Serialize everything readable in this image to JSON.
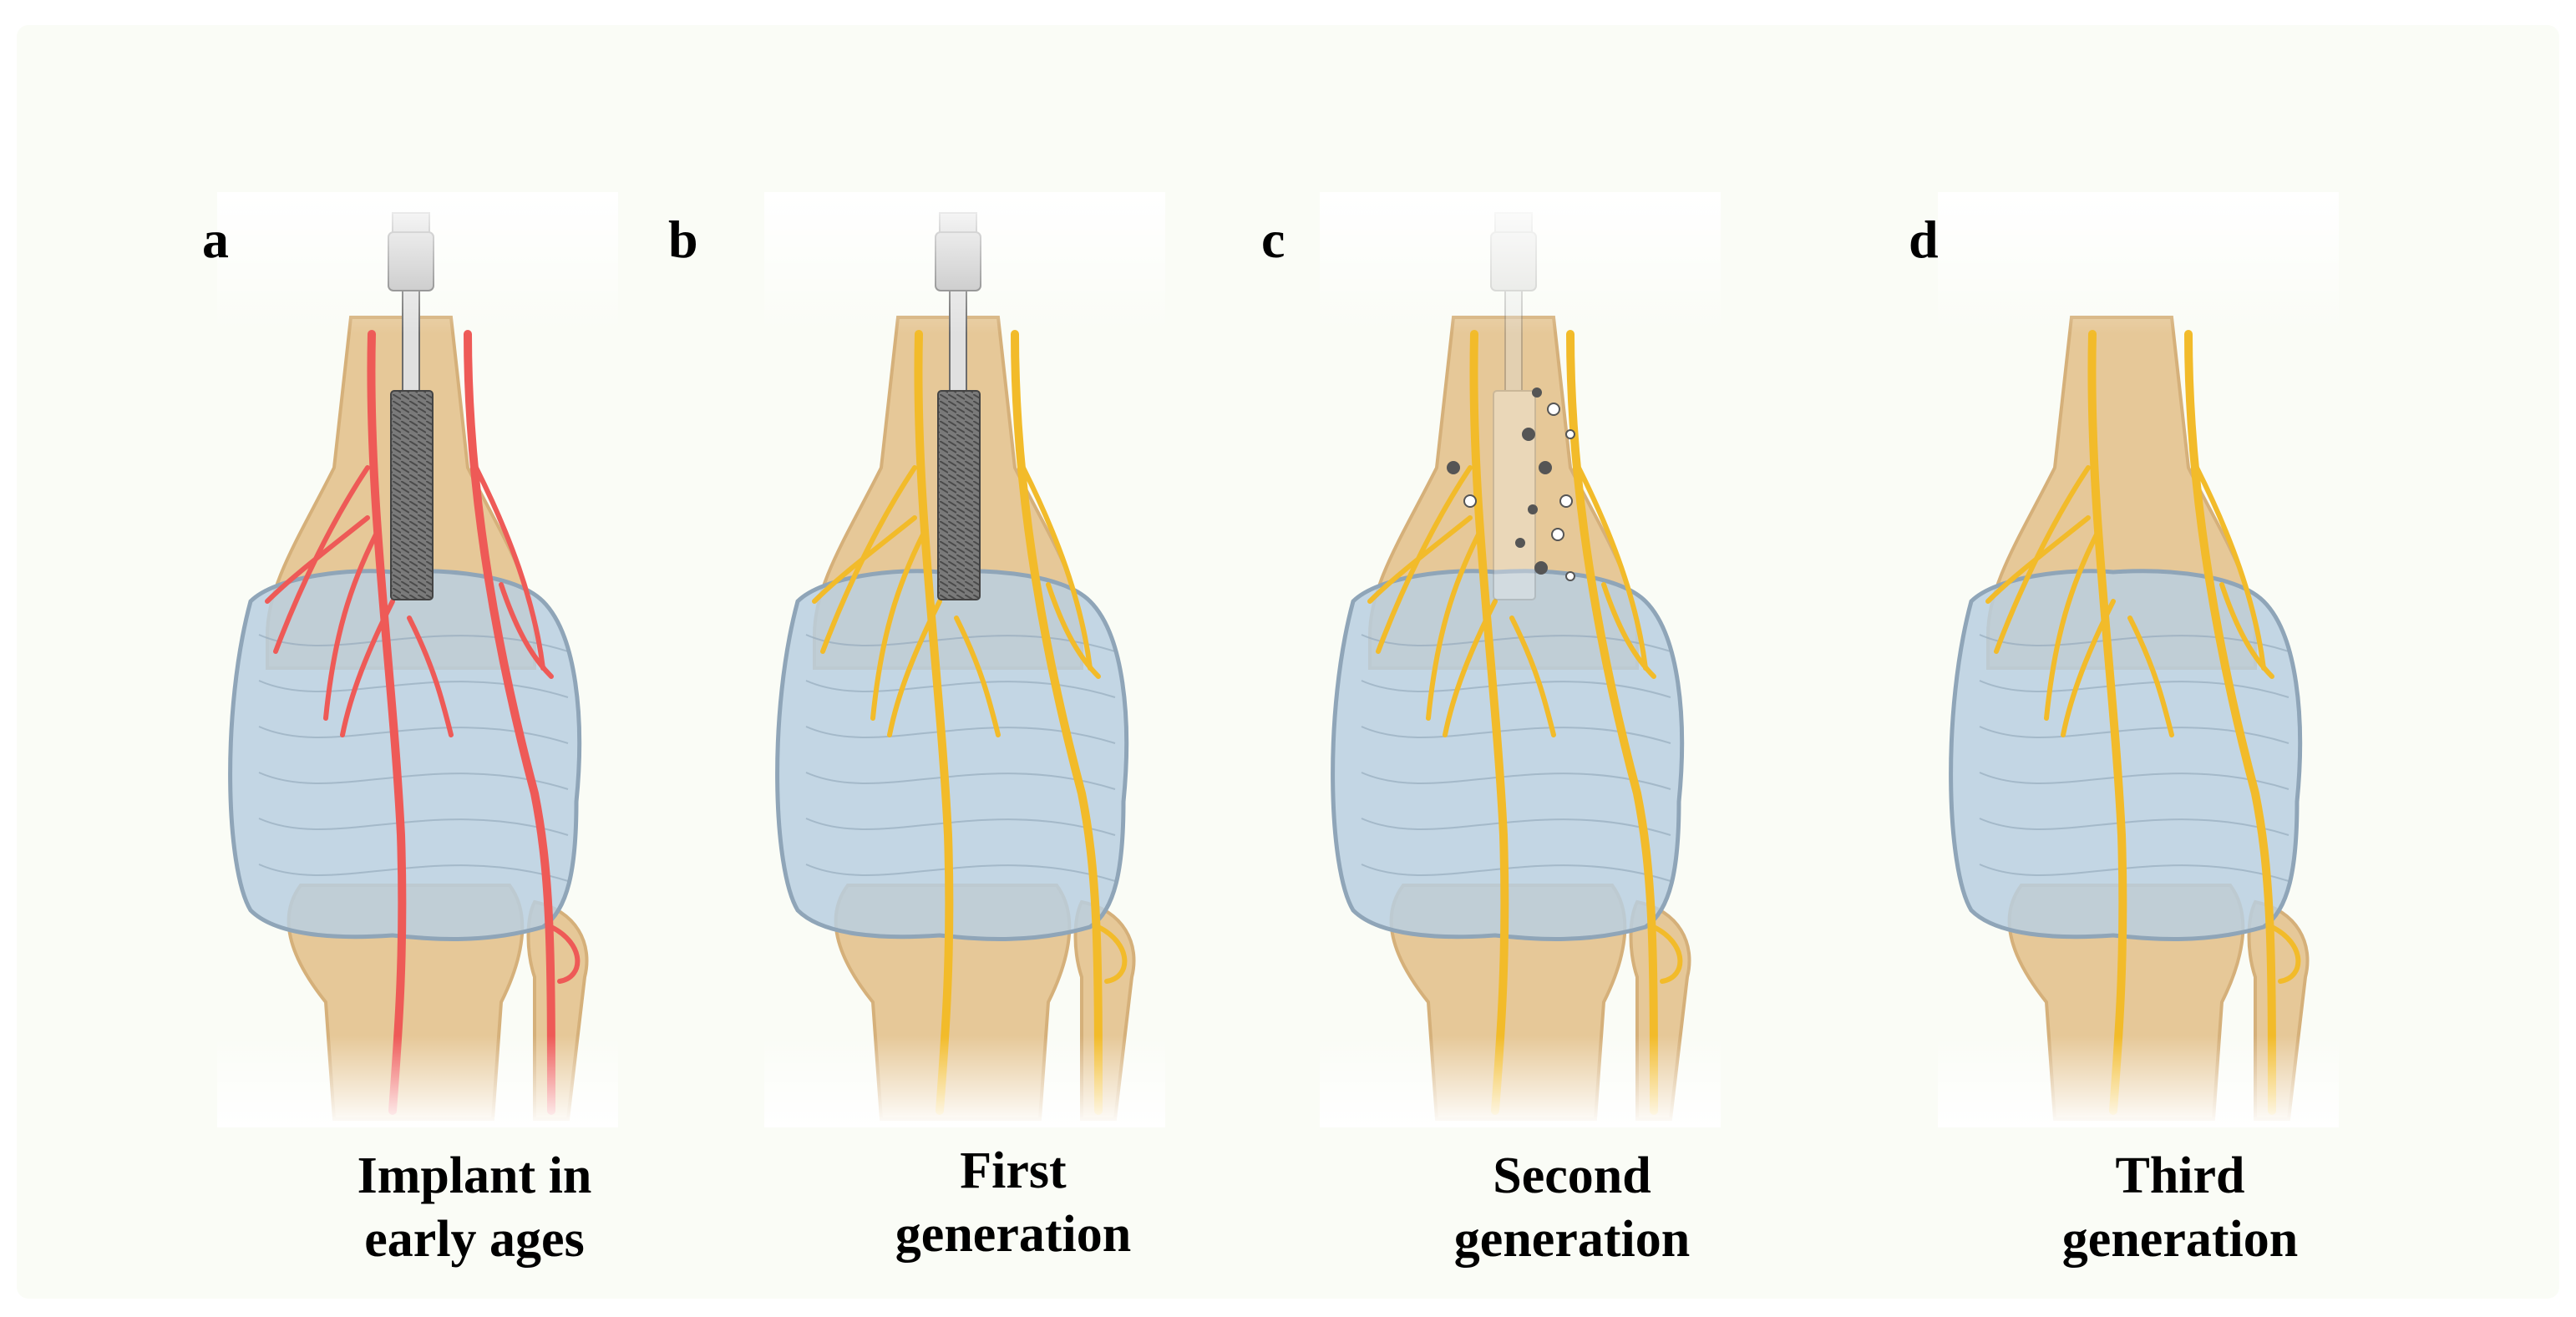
{
  "colors": {
    "background": "#fafcf6",
    "bone": "#e6c898",
    "bone_shade": "#d5b07a",
    "joint": "#b8cfe0",
    "joint_edge": "#8fa5b8",
    "vessel": "#ee5a57",
    "nerve": "#f2bb2a",
    "implant": "#b9b9b9",
    "implant_dark": "#6c6c6c"
  },
  "panels": [
    {
      "letter": "a",
      "caption_lines": [
        "Implant in",
        "early ages"
      ],
      "branch_type": "vessel",
      "implant": "screw",
      "implant_opacity": 1
    },
    {
      "letter": "b",
      "caption_lines": [
        "First",
        "generation"
      ],
      "branch_type": "nerve",
      "implant": "screw",
      "implant_opacity": 1
    },
    {
      "letter": "c",
      "caption_lines": [
        "Second",
        "generation"
      ],
      "branch_type": "nerve",
      "implant": "porous",
      "implant_opacity": 0.35
    },
    {
      "letter": "d",
      "caption_lines": [
        "Third",
        "generation"
      ],
      "branch_type": "nerve",
      "implant": "none",
      "implant_opacity": 0
    }
  ]
}
